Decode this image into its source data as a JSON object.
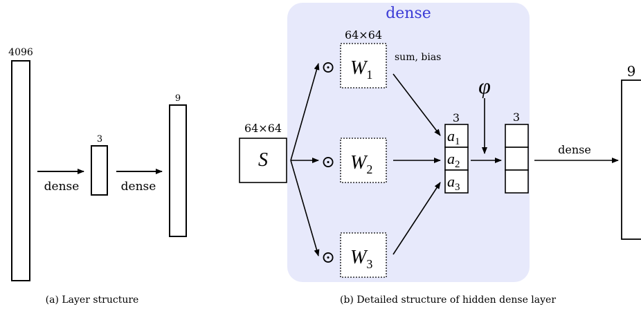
{
  "panel_a": {
    "input_size": "4096",
    "hidden_size": "3",
    "output_size": "9",
    "edge_label_1": "dense",
    "edge_label_2": "dense",
    "caption": "(a) Layer structure"
  },
  "panel_b": {
    "region_title": "dense",
    "input_label": "S",
    "input_size": "64×64",
    "weights": [
      {
        "label": "W",
        "sub": "1",
        "size": "64×64"
      },
      {
        "label": "W",
        "sub": "2"
      },
      {
        "label": "W",
        "sub": "3"
      }
    ],
    "hadamard_symbol": "⊙",
    "sum_label": "sum, bias",
    "activation_symbol": "φ",
    "activations": [
      {
        "label": "a",
        "sub": "1"
      },
      {
        "label": "a",
        "sub": "2"
      },
      {
        "label": "a",
        "sub": "3"
      }
    ],
    "activation_size": "3",
    "output_vector_size": "3",
    "edge_label": "dense",
    "final_size": "9",
    "caption": "(b) Detailed structure of hidden dense layer"
  },
  "colors": {
    "region_fill": "#e7e9fb",
    "region_title": "#3b3bd6"
  }
}
